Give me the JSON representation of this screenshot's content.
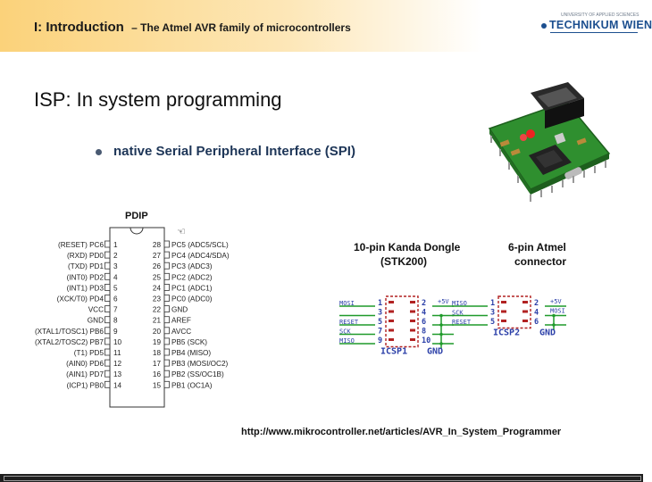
{
  "header": {
    "section": "I:  Introduction",
    "subtitle": "– The Atmel AVR family of microcontrollers",
    "logo_text": "TECHNIKUM WIEN",
    "logo_small": "UNIVERSITY OF APPLIED SCIENCES"
  },
  "heading": "ISP: In system programming",
  "bullet": "native Serial Peripheral Interface (SPI)",
  "pdip": {
    "title": "PDIP",
    "left_pins": [
      {
        "num": "1",
        "label": "(RESET) PC6"
      },
      {
        "num": "2",
        "label": "(RXD) PD0"
      },
      {
        "num": "3",
        "label": "(TXD) PD1"
      },
      {
        "num": "4",
        "label": "(INT0) PD2"
      },
      {
        "num": "5",
        "label": "(INT1) PD3"
      },
      {
        "num": "6",
        "label": "(XCK/T0) PD4"
      },
      {
        "num": "7",
        "label": "VCC"
      },
      {
        "num": "8",
        "label": "GND"
      },
      {
        "num": "9",
        "label": "(XTAL1/TOSC1) PB6"
      },
      {
        "num": "10",
        "label": "(XTAL2/TOSC2) PB7"
      },
      {
        "num": "11",
        "label": "(T1) PD5"
      },
      {
        "num": "12",
        "label": "(AIN0) PD6"
      },
      {
        "num": "13",
        "label": "(AIN1) PD7"
      },
      {
        "num": "14",
        "label": "(ICP1) PB0"
      }
    ],
    "right_pins": [
      {
        "num": "28",
        "label": "PC5 (ADC5/SCL)"
      },
      {
        "num": "27",
        "label": "PC4 (ADC4/SDA)"
      },
      {
        "num": "26",
        "label": "PC3 (ADC3)"
      },
      {
        "num": "25",
        "label": "PC2 (ADC2)"
      },
      {
        "num": "24",
        "label": "PC1 (ADC1)"
      },
      {
        "num": "23",
        "label": "PC0 (ADC0)"
      },
      {
        "num": "22",
        "label": "GND"
      },
      {
        "num": "21",
        "label": "AREF"
      },
      {
        "num": "20",
        "label": "AVCC"
      },
      {
        "num": "19",
        "label": "PB5 (SCK)"
      },
      {
        "num": "18",
        "label": "PB4 (MISO)"
      },
      {
        "num": "17",
        "label": "PB3 (MOSI/OC2)"
      },
      {
        "num": "16",
        "label": "PB2 (SS/OC1B)"
      },
      {
        "num": "15",
        "label": "PB1 (OC1A)"
      }
    ]
  },
  "captions": {
    "kanda_line1": "10-pin Kanda Dongle",
    "kanda_line2": "(STK200)",
    "atmel_line1": "6-pin Atmel",
    "atmel_line2": "connector"
  },
  "icsp1": {
    "left_labels": [
      "MOSI",
      "",
      "RESET",
      "SCK",
      "MISO"
    ],
    "left_nums": [
      "1",
      "3",
      "5",
      "7",
      "9"
    ],
    "right_nums": [
      "2",
      "4",
      "6",
      "8",
      "10"
    ],
    "right_labels": [
      "+5V",
      "",
      "",
      "",
      ""
    ],
    "name": "ICSP1",
    "gnd": "GND"
  },
  "icsp2": {
    "left_labels": [
      "MISO",
      "SCK",
      "RESET"
    ],
    "left_nums": [
      "1",
      "3",
      "5"
    ],
    "right_nums": [
      "2",
      "4",
      "6"
    ],
    "right_labels": [
      "+5V",
      "MOSI",
      ""
    ],
    "name": "ICSP2",
    "gnd": "GND"
  },
  "url": "http://www.mikrocontroller.net/articles/AVR_In_System_Programmer",
  "colors": {
    "header_start": "#fbd27a",
    "bullet_text": "#1d3557",
    "schematic_red": "#b22222",
    "schematic_green": "#1f9a2a",
    "schematic_blue": "#2b3fa8",
    "pcb_green": "#2f8f2f"
  }
}
